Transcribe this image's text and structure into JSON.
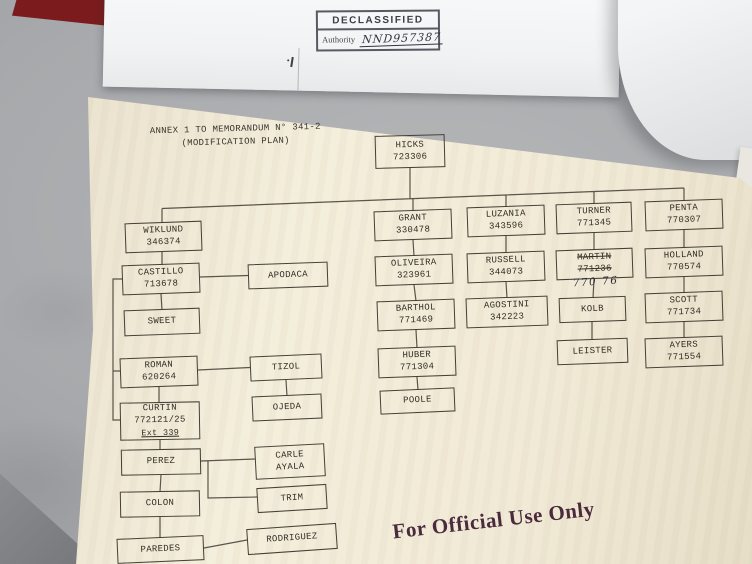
{
  "stamp": {
    "title": "DECLASSIFIED",
    "authority_label": "Authority",
    "authority_number": "NND957387"
  },
  "paper": {
    "header_line1": "ANNEX 1 TO MEMORANDUM N° 341-2",
    "header_line2": "(MODIFICATION PLAN)",
    "footer": "For Official Use Only"
  },
  "boxes": [
    {
      "name": "HICKS",
      "number": "723306"
    },
    {
      "name": "WIKLUND",
      "number": "346374"
    },
    {
      "name": "GRANT",
      "number": "330478"
    },
    {
      "name": "LUZANIA",
      "number": "343596"
    },
    {
      "name": "TURNER",
      "number": "771345"
    },
    {
      "name": "PENTA",
      "number": "770307"
    },
    {
      "name": "CASTILLO",
      "number": "713678"
    },
    {
      "name": "APODACA"
    },
    {
      "name": "SWEET"
    },
    {
      "name": "OLIVEIRA",
      "number": "323961"
    },
    {
      "name": "RUSSELL",
      "number": "344073"
    },
    {
      "name": "MARTIN",
      "number": "771236",
      "handwritten": "770 76"
    },
    {
      "name": "HOLLAND",
      "number": "770574"
    },
    {
      "name": "BARTHOL",
      "number": "771469"
    },
    {
      "name": "AGOSTINI",
      "number": "342223"
    },
    {
      "name": "KOLB"
    },
    {
      "name": "SCOTT",
      "number": "771734"
    },
    {
      "name": "ROMAN",
      "number": "620264"
    },
    {
      "name": "TIZOL"
    },
    {
      "name": "LEISTER"
    },
    {
      "name": "AYERS",
      "number": "771554"
    },
    {
      "name": "HUBER",
      "number": "771304"
    },
    {
      "name": "CURTIN",
      "number": "772121/25",
      "extra": "Ext 339"
    },
    {
      "name": "OJEDA"
    },
    {
      "name": "POOLE"
    },
    {
      "name": "PEREZ"
    },
    {
      "name": "CARLE AYALA"
    },
    {
      "name": "COLON"
    },
    {
      "name": "TRIM"
    },
    {
      "name": "PAREDES"
    },
    {
      "name": "RODRIGUEZ"
    }
  ],
  "structure": {
    "root": "HICKS",
    "level1": [
      "WIKLUND",
      "GRANT",
      "LUZANIA",
      "TURNER",
      "PENTA"
    ],
    "chains": {
      "WIKLUND": [
        "CASTILLO",
        "SWEET",
        "ROMAN",
        "CURTIN",
        "PEREZ",
        "COLON",
        "PAREDES"
      ],
      "left_side_branches": [
        "APODACA",
        "TIZOL",
        "OJEDA",
        "CARLE AYALA",
        "TRIM",
        "RODRIGUEZ"
      ],
      "GRANT": [
        "OLIVEIRA",
        "BARTHOL",
        "HUBER",
        "POOLE"
      ],
      "LUZANIA": [
        "RUSSELL",
        "AGOSTINI"
      ],
      "TURNER": [
        "MARTIN",
        "KOLB",
        "LEISTER"
      ],
      "PENTA": [
        "HOLLAND",
        "SCOTT",
        "AYERS"
      ]
    },
    "annotations": {
      "MARTIN": "number 771236 struck through, handwritten replacement 770 76"
    }
  },
  "colors": {
    "paper_cream": "#f1ead6",
    "stamp_ink": "#4a4852",
    "typewriter_ink": "#322d26",
    "fouo_text": "#4a2b3d",
    "red_folder": "#7c1b1e",
    "desk_gray": "#a7a9ac"
  }
}
